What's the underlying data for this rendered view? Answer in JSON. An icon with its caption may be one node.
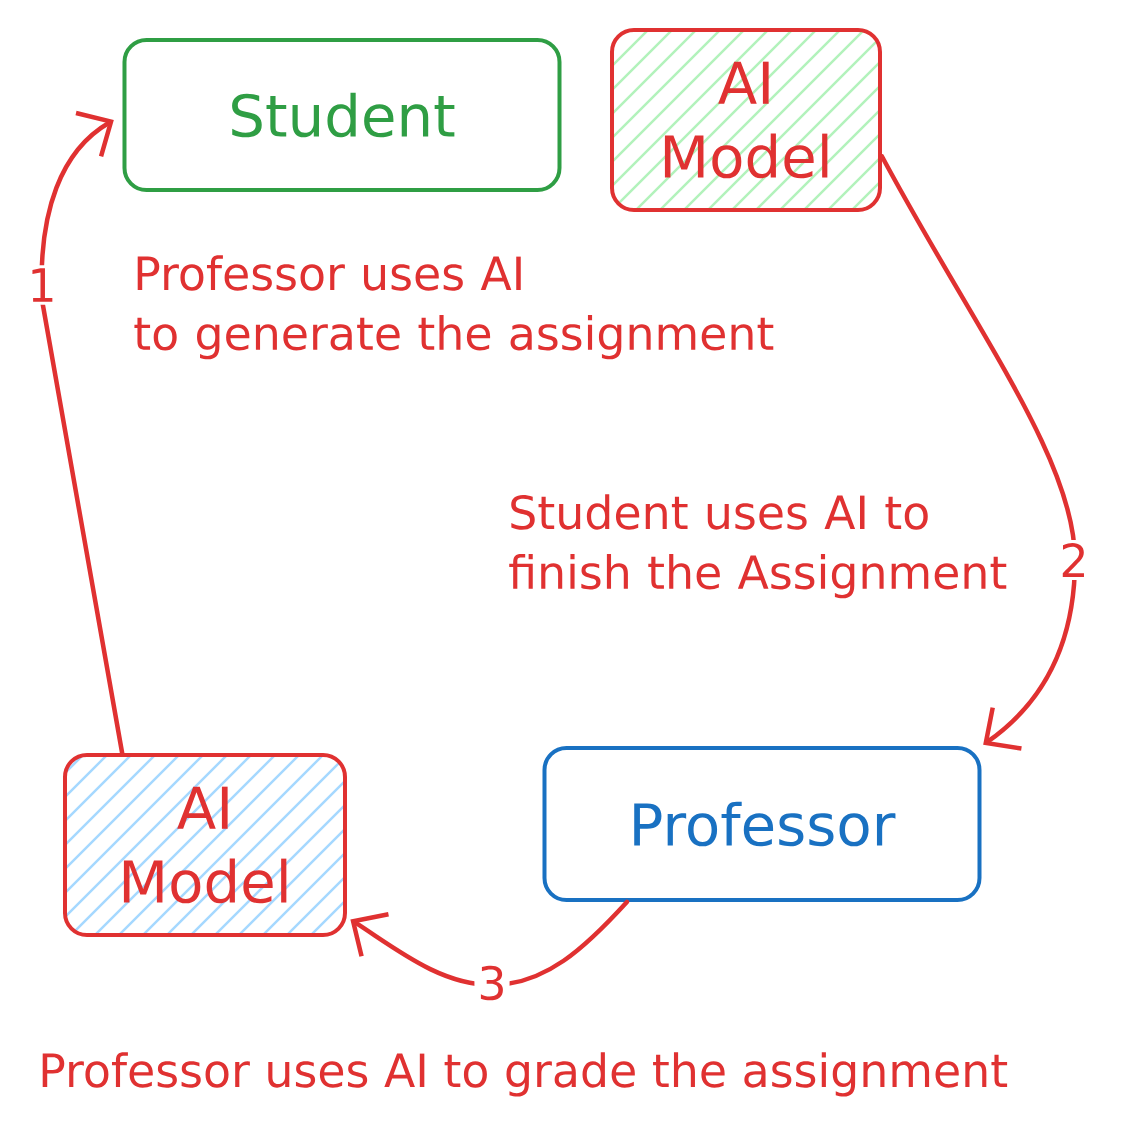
{
  "diagram": {
    "nodes": [
      {
        "text": [
          "Student"
        ]
      },
      {
        "text": [
          "AI Model"
        ]
      },
      {
        "text": [
          "Professor"
        ]
      },
      {
        "text": [
          "AI Model"
        ]
      }
    ],
    "edges": [
      {
        "from": 3,
        "to": 0,
        "arrow": "to",
        "label": "1"
      },
      {
        "from": 1,
        "to": 2,
        "arrow": "to",
        "label": "2"
      },
      {
        "from": 2,
        "to": 3,
        "arrow": "to",
        "label": "3"
      }
    ],
    "labels": [
      "Professor uses AI to generate the assignment",
      "Student uses AI to finish the Assignment",
      "Professor uses AI to grade the assignment"
    ]
  }
}
